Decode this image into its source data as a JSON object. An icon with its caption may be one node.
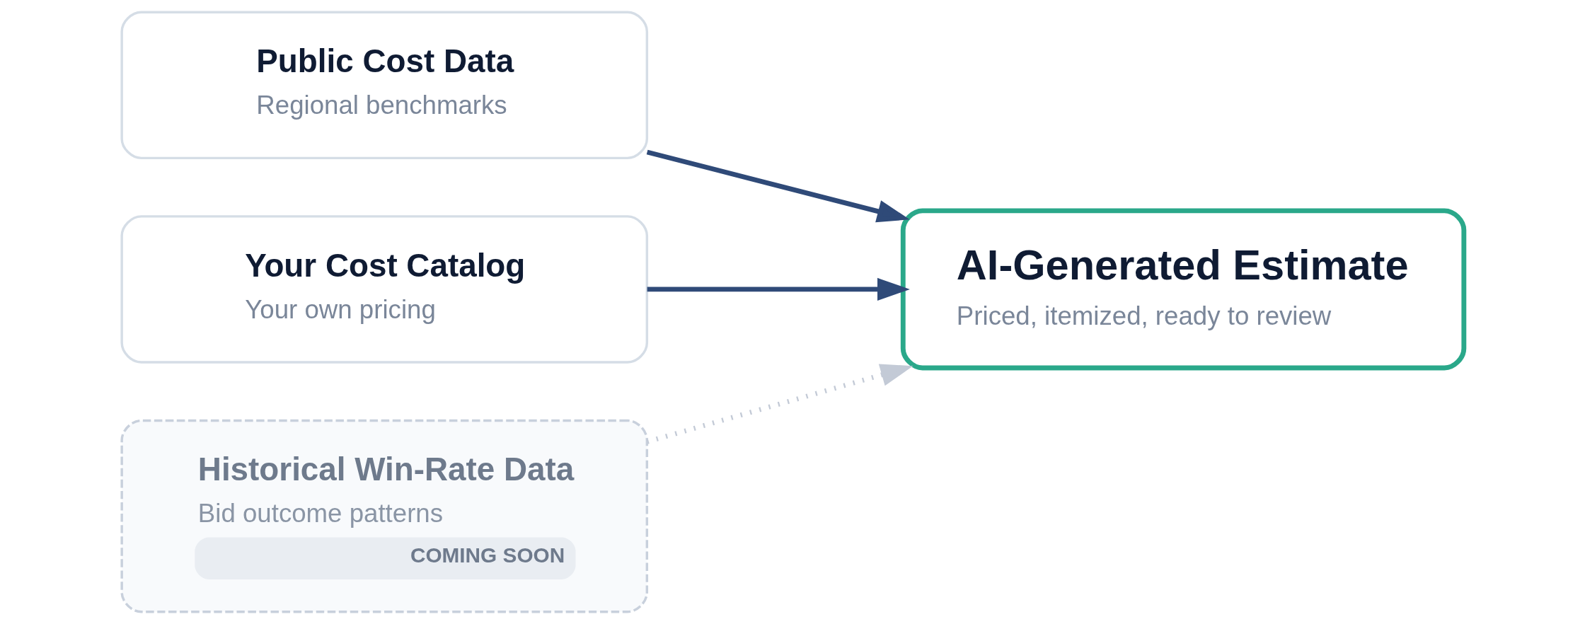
{
  "diagram": {
    "nodes": [
      {
        "text": [
          "Public Cost Data",
          "Regional benchmarks"
        ]
      },
      {
        "text": [
          "Your Cost Catalog",
          "Your own pricing"
        ]
      },
      {
        "text": [
          "Historical Win-Rate Data",
          "Bid outcome patterns",
          "COMING SOON"
        ]
      },
      {
        "text": [
          "AI-Generated Estimate",
          "Priced, itemized, ready to review"
        ]
      }
    ],
    "edges": [
      {
        "from": 0,
        "to": 3,
        "arrow": "to"
      },
      {
        "from": 1,
        "to": 3,
        "arrow": "to"
      },
      {
        "from": 2,
        "to": 3,
        "arrow": "to",
        "style": "dashed",
        "color": "#c3cad6"
      }
    ]
  }
}
